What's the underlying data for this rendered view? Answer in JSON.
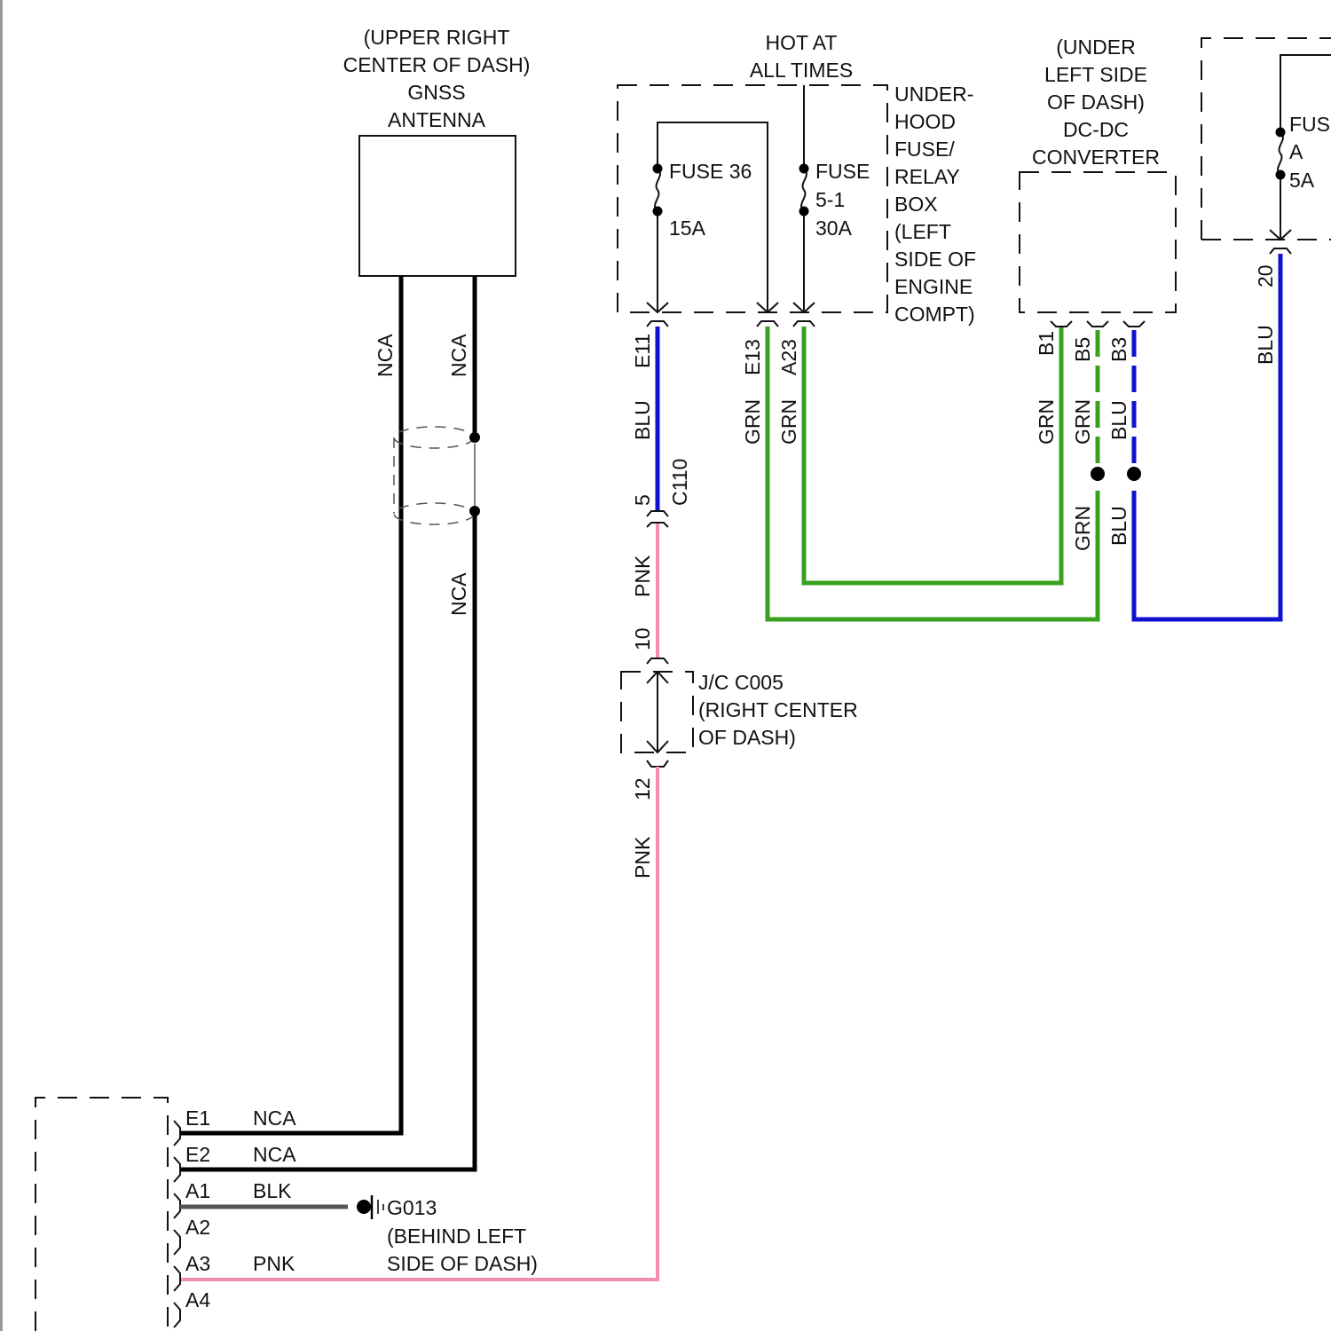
{
  "components": {
    "gnss_antenna": {
      "location": "(UPPER RIGHT",
      "location2": "CENTER OF DASH)",
      "name1": "GNSS",
      "name2": "ANTENNA"
    },
    "fuse_box": {
      "supply1": "HOT AT",
      "supply2": "ALL TIMES",
      "title_lines": [
        "UNDER-",
        "HOOD",
        "FUSE/",
        "RELAY",
        "BOX",
        "(LEFT",
        "SIDE OF",
        "ENGINE",
        "COMPT)"
      ],
      "fuse36": {
        "label": "FUSE 36",
        "rating": "15A"
      },
      "fuse51": {
        "label1": "FUSE",
        "label2": "5-1",
        "rating": "30A"
      }
    },
    "dcdc": {
      "lines": [
        "(UNDER",
        "LEFT SIDE",
        "OF DASH)",
        "DC-DC",
        "CONVERTER"
      ]
    },
    "right_box": {
      "fuse_label1": "FUS",
      "fuse_label2": "A",
      "rating": "5A"
    },
    "jc_c005": {
      "lines": [
        "J/C C005",
        "(RIGHT CENTER",
        "OF DASH)"
      ]
    },
    "ground": {
      "id": "G013",
      "loc1": "(BEHIND LEFT",
      "loc2": "SIDE OF DASH)"
    }
  },
  "wires": {
    "antenna_left": "NCA",
    "antenna_right": "NCA",
    "antenna_right_lower": "NCA",
    "e11": {
      "pin": "E11",
      "color": "BLU"
    },
    "c110": {
      "pin": "5",
      "connector": "C110"
    },
    "pnk_upper": {
      "color": "PNK",
      "pin": "10"
    },
    "pnk_lower": {
      "pin": "12",
      "color": "PNK"
    },
    "e13": {
      "pin": "E13",
      "color": "GRN"
    },
    "a23": {
      "pin": "A23",
      "color": "GRN"
    },
    "b1": {
      "pin": "B1",
      "color": "GRN"
    },
    "b5": {
      "pin": "B5",
      "color": "GRN",
      "color_lower": "GRN"
    },
    "b3": {
      "pin": "B3",
      "color": "BLU",
      "color_lower": "BLU"
    },
    "right20": {
      "pin": "20",
      "color": "BLU"
    }
  },
  "module_pins": [
    {
      "pin": "E1",
      "wire": "NCA"
    },
    {
      "pin": "E2",
      "wire": "NCA"
    },
    {
      "pin": "A1",
      "wire": "BLK"
    },
    {
      "pin": "A2",
      "wire": ""
    },
    {
      "pin": "A3",
      "wire": "PNK"
    },
    {
      "pin": "A4",
      "wire": ""
    }
  ],
  "colors": {
    "NCA": "#000000",
    "BLK": "#555555",
    "PNK": "#ef8fac",
    "BLU": "#1010d0",
    "GRN": "#3aa020"
  }
}
